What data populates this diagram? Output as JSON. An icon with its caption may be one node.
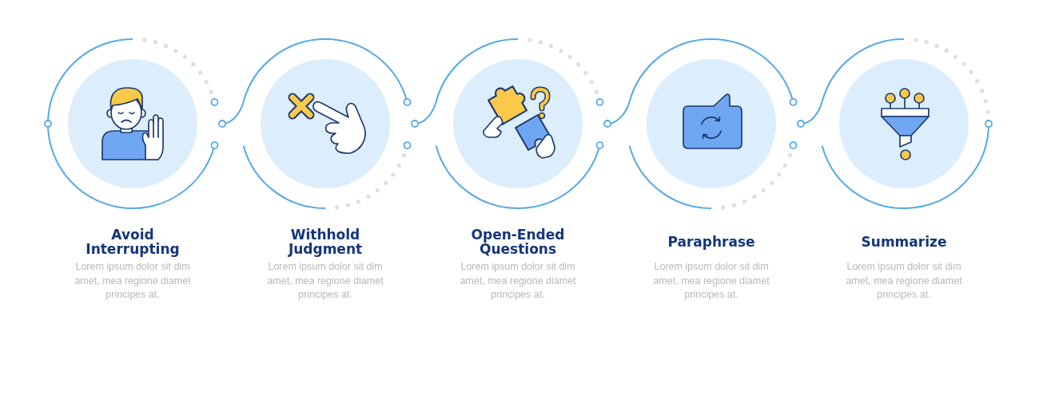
{
  "diagram": {
    "nodes": [
      {
        "text": [
          "Avoid Interrupting",
          "Lorem ipsum dolor sit dim amet, mea regione diamet principes at."
        ]
      },
      {
        "text": [
          "Withhold Judgment",
          "Lorem ipsum dolor sit dim amet, mea regione diamet principes at."
        ]
      },
      {
        "text": [
          "Open-Ended Questions",
          "Lorem ipsum dolor sit dim amet, mea regione diamet principes at."
        ]
      },
      {
        "text": [
          "Paraphrase",
          "Lorem ipsum dolor sit dim amet, mea regione diamet principes at."
        ]
      },
      {
        "text": [
          "Summarize",
          "Lorem ipsum dolor sit dim amet, mea regione diamet principes at."
        ]
      }
    ],
    "edges": [
      {
        "from": 0,
        "to": 1,
        "arrow": "other"
      },
      {
        "from": 1,
        "to": 2,
        "arrow": "other"
      },
      {
        "from": 2,
        "to": 3,
        "arrow": "other"
      },
      {
        "from": 3,
        "to": 4,
        "arrow": "other"
      }
    ]
  }
}
